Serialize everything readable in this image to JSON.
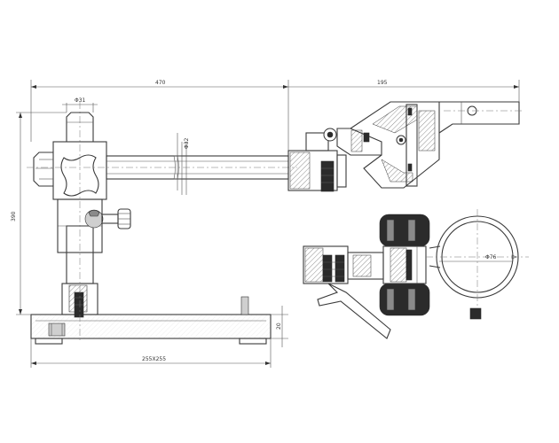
{
  "dimensions": {
    "overall_length": "470",
    "arm_extension": "195",
    "column_diameter": "Φ31",
    "arm_diameter": "Φ32",
    "total_height": "390",
    "base_thickness": "20",
    "base_size": "255X255",
    "ring_diameter": "Φ76"
  },
  "colors": {
    "line": "#3a3a3a",
    "fill_dark": "#2b2b2b",
    "fill_mid": "#8a8a8a",
    "background": "#ffffff"
  }
}
